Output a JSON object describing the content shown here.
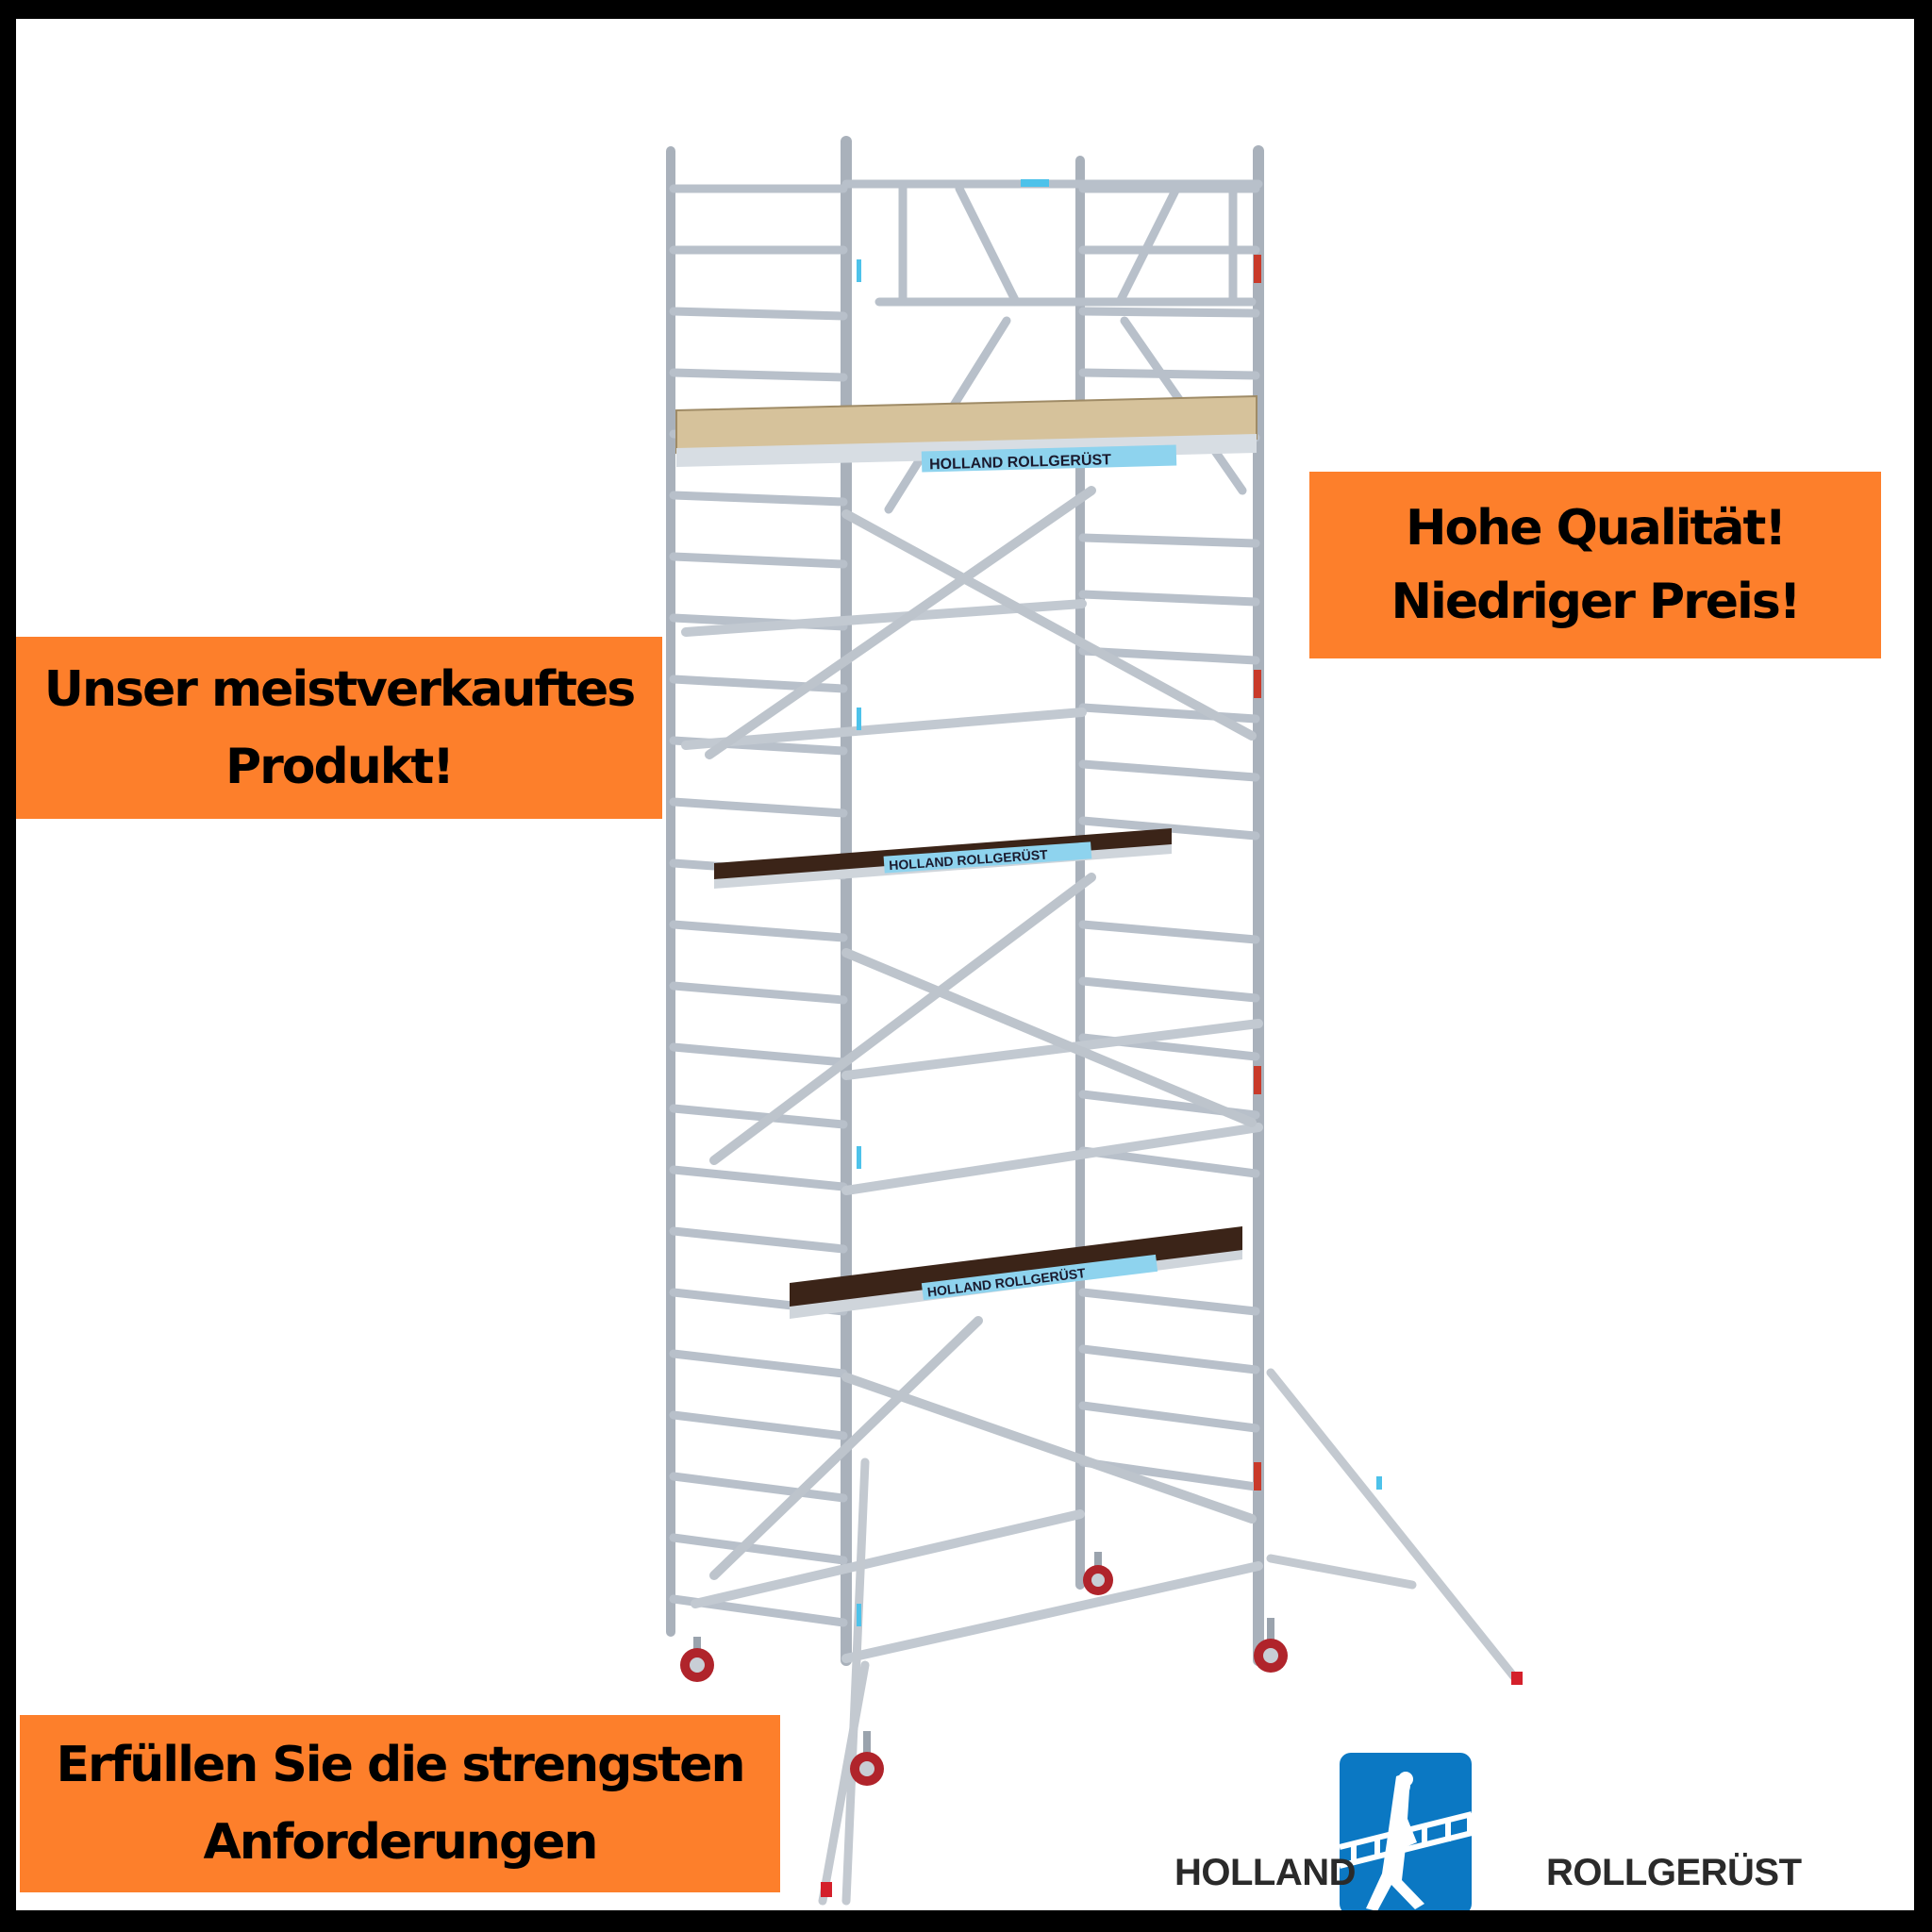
{
  "promos": {
    "right": {
      "line1": "Hohe Qualität!",
      "line2": "Niedriger Preis!"
    },
    "left": {
      "line1": "Unser meistverkauftes",
      "line2": "Produkt!"
    },
    "bottom": {
      "line1": "Erfüllen Sie die strengsten",
      "line2": "Anforderungen"
    }
  },
  "product": {
    "deck_labels": [
      "HOLLAND ROLLGERÜST",
      "HOLLAND ROLLGERÜST",
      "HOLLAND ROLLGERÜST"
    ]
  },
  "logo": {
    "word_left": "HOLLAND",
    "word_right": "ROLLGERÜST",
    "icon": "man-carrying-ladder-icon"
  },
  "colors": {
    "promo_bg": "#fd7f2b",
    "brand_blue": "#0b78c3",
    "frame": "#000000",
    "deck_label_bg": "#8ed3ee"
  }
}
